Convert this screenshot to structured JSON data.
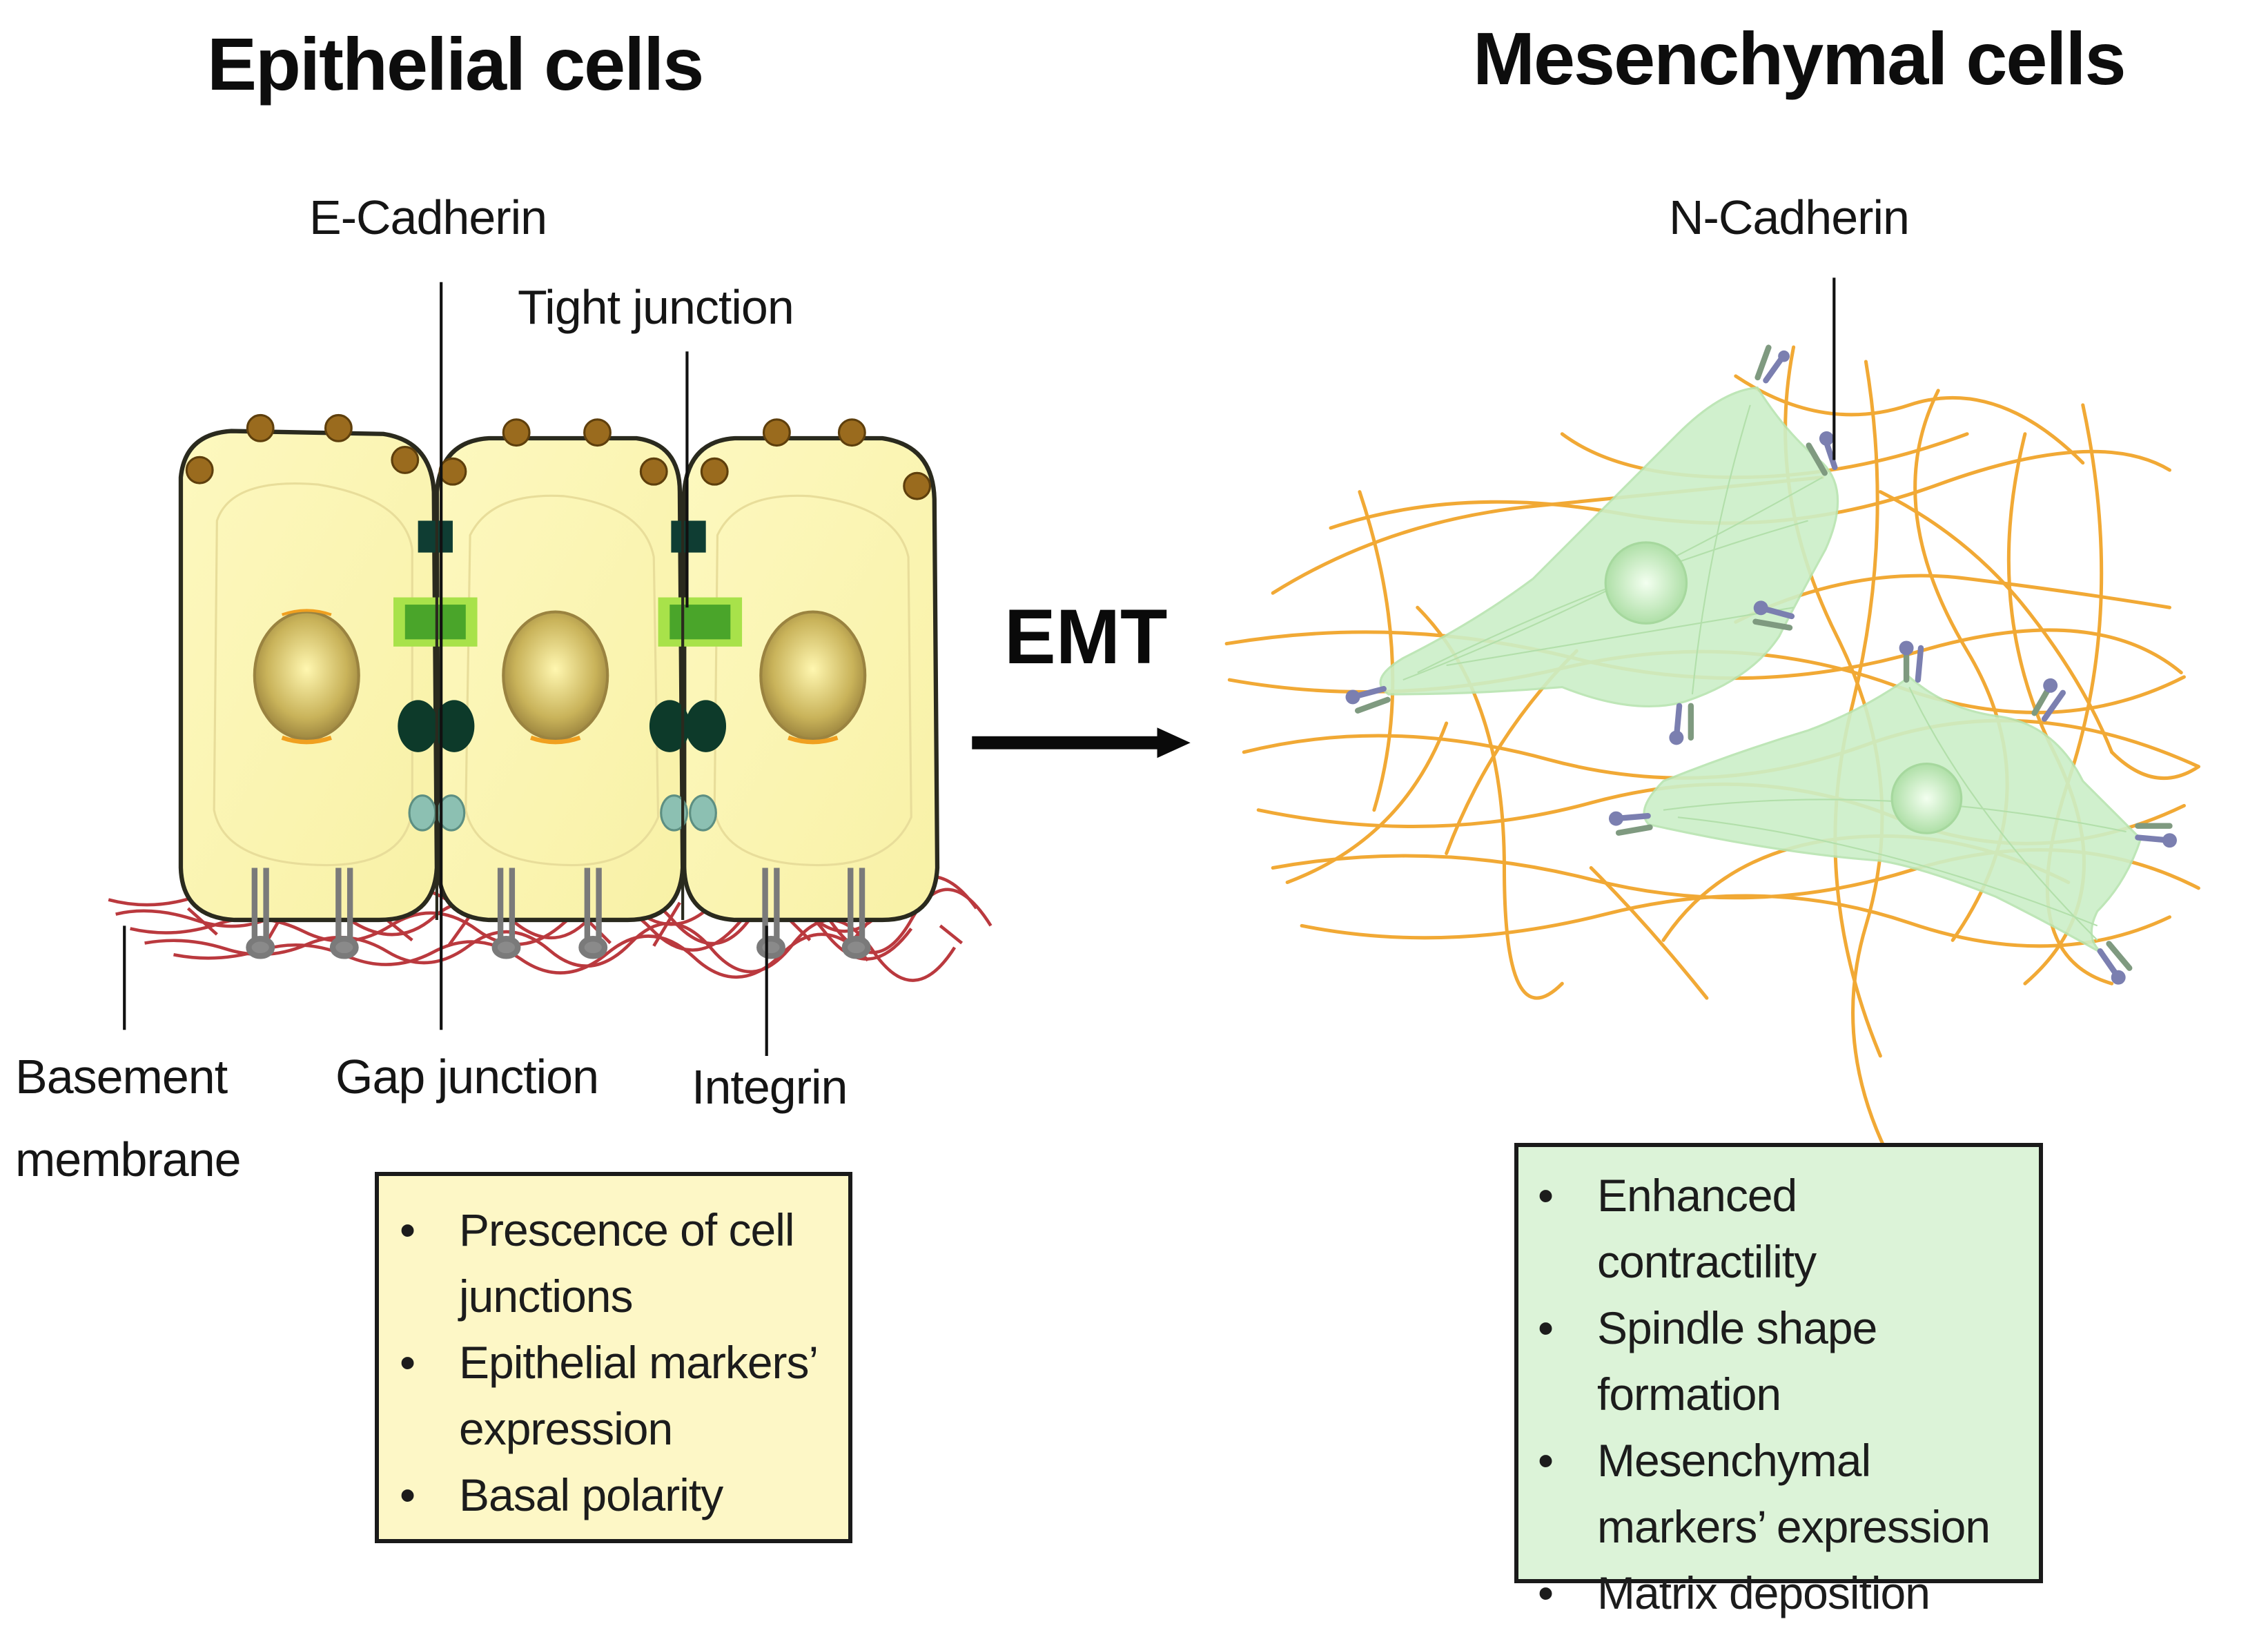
{
  "titles": {
    "epithelial": "Epithelial cells",
    "mesenchymal": "Mesenchymal cells"
  },
  "transition": {
    "label": "EMT",
    "arrow_icon": "right-arrow-icon"
  },
  "epithelial_labels": {
    "e_cadherin": "E-Cadherin",
    "tight_junction": "Tight junction",
    "basement_membrane_line1": "Basement",
    "basement_membrane_line2": "membrane",
    "gap_junction": "Gap junction",
    "integrin": "Integrin"
  },
  "mesenchymal_labels": {
    "n_cadherin": "N-Cadherin"
  },
  "epithelial_features": {
    "bullet": "•",
    "items": [
      "Prescence of cell junctions",
      "Epithelial markers’ expression",
      "Basal polarity"
    ],
    "background": "#fdf7c6"
  },
  "mesenchymal_features": {
    "bullet": "•",
    "items": [
      "Enhanced contractility",
      "Spindle shape formation",
      "Mesenchymal markers’ expression",
      "Matrix deposition"
    ],
    "background": "#dcf3d8"
  },
  "colors": {
    "epithelial_cell_fill": "#fbf6b4",
    "epithelial_nucleus": "#c8b15a",
    "microvilli": "#9a6b1e",
    "basement_membrane": "#b3242a",
    "tight_junction": "#0f3d33",
    "adherens_junction": "#7fd13a",
    "desmosome": "#0d3a2a",
    "gap_junction": "#6ea89a",
    "integrin": "#7a7a7a",
    "mesenchymal_cell_fill": "#ccefc8",
    "collagen_fiber": "#f0a020",
    "n_cadherin": "#7b7fb0"
  }
}
